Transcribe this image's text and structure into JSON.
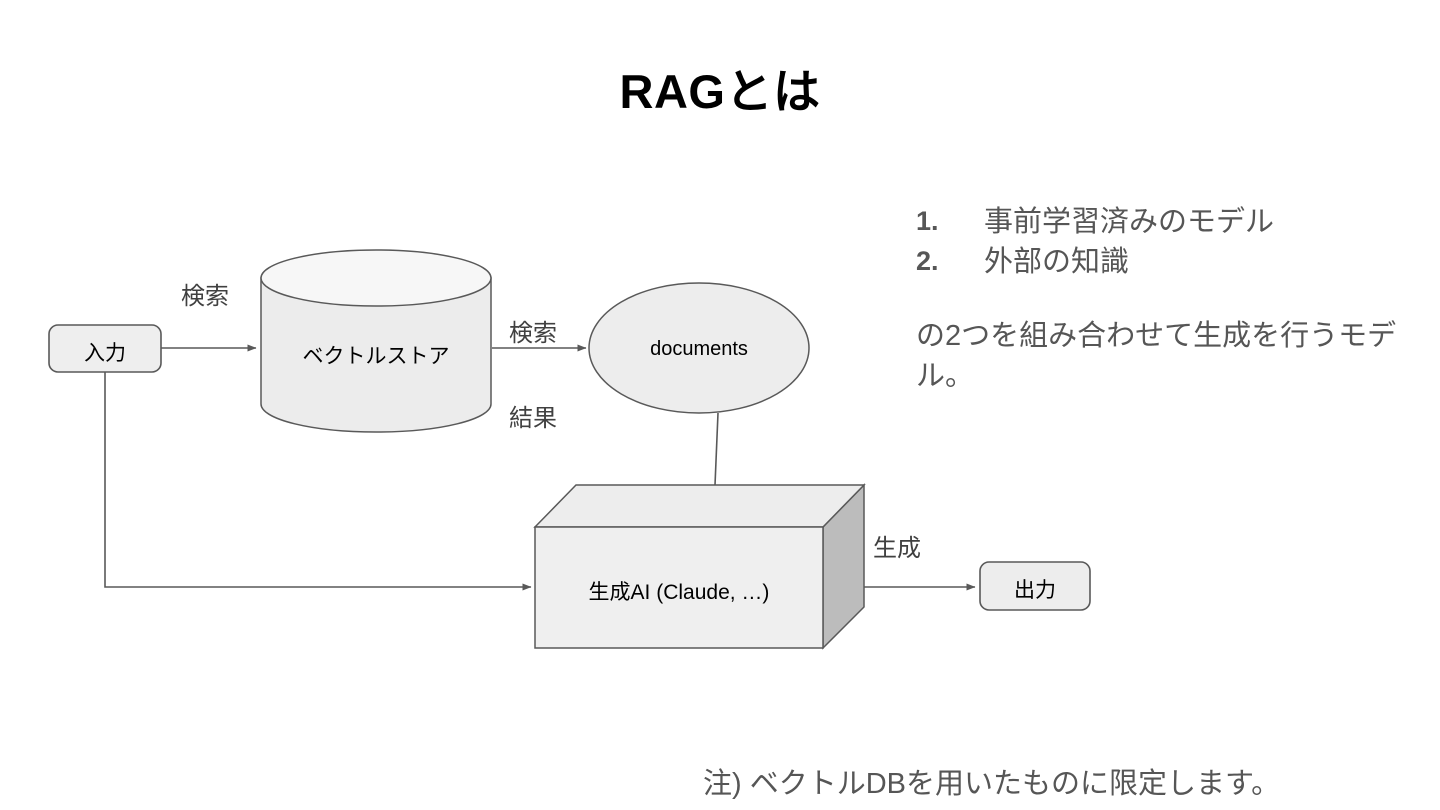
{
  "slide": {
    "title": "RAGとは",
    "background_color": "#ffffff",
    "title_color": "#000000",
    "body_text_color": "#565656"
  },
  "diagram": {
    "nodes": [
      {
        "id": "input",
        "label": "入力",
        "shape": "rounded-rect",
        "fill": "#eeeeee",
        "stroke": "#595959"
      },
      {
        "id": "vectorstore",
        "label": "ベクトルストア",
        "shape": "cylinder",
        "fill": "#ececec",
        "stroke": "#595959"
      },
      {
        "id": "documents",
        "label": "documents",
        "shape": "ellipse",
        "fill": "#ededed",
        "stroke": "#595959"
      },
      {
        "id": "genai",
        "label": "生成AI (Claude, …)",
        "shape": "cube",
        "fill": "#efefef",
        "stroke": "#595959"
      },
      {
        "id": "output",
        "label": "出力",
        "shape": "rounded-rect",
        "fill": "#ededed",
        "stroke": "#595959"
      }
    ],
    "edge_labels": {
      "search": "検索",
      "search_result_line1": "検索",
      "search_result_line2": "結果",
      "generate": "生成"
    }
  },
  "body": {
    "list": [
      {
        "number": "1.",
        "text": "事前学習済みのモデル"
      },
      {
        "number": "2.",
        "text": "外部の知識"
      }
    ],
    "paragraph": "の2つを組み合わせて生成を行うモデル。"
  },
  "footnote": {
    "text": "注) ベクトルDBを用いたものに限定します。"
  }
}
